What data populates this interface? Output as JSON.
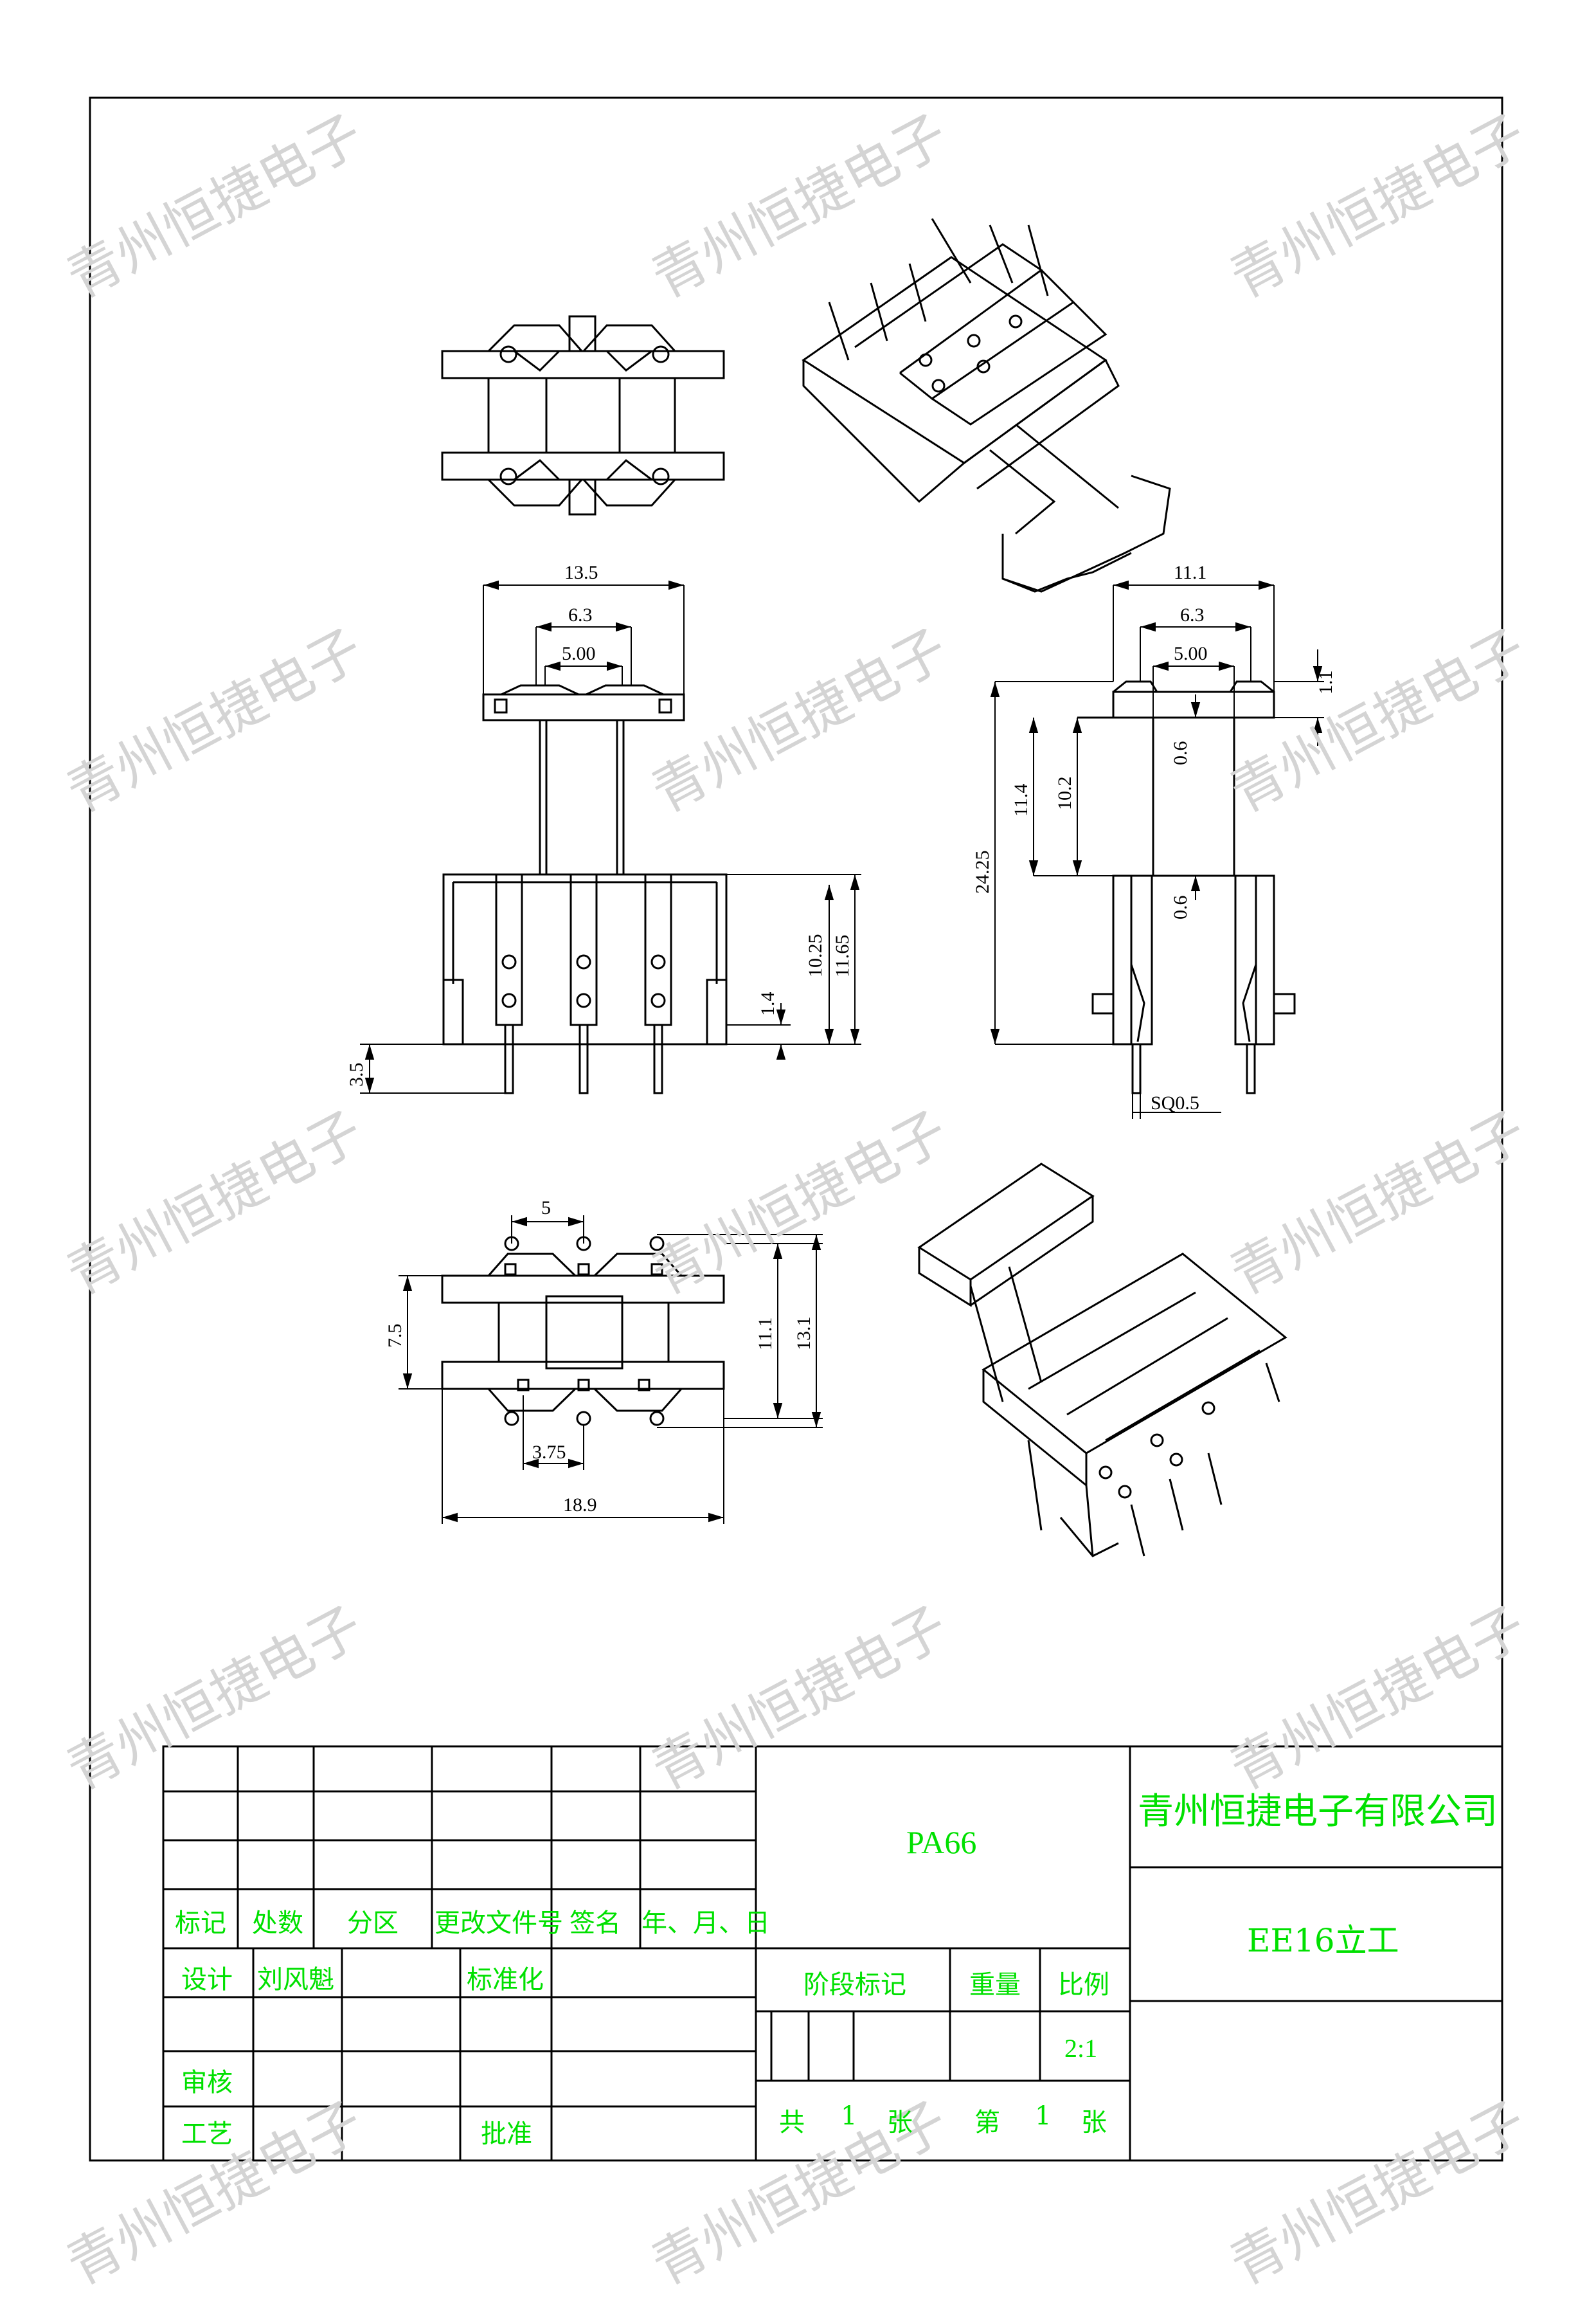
{
  "watermark": "青州恒捷电子",
  "dimensions": {
    "top_13_5": "13.5",
    "top_6_3": "6.3",
    "top_5_00": "5.00",
    "front_10_25": "10.25",
    "front_11_65": "11.65",
    "front_1_4": "1.4",
    "front_3_5": "3.5",
    "side_11_1": "11.1",
    "side_6_3": "6.3",
    "side_5_00": "5.00",
    "side_1_1": "1.1",
    "side_0_6_a": "0.6",
    "side_0_6_b": "0.6",
    "side_11_4": "11.4",
    "side_10_2": "10.2",
    "side_24_25": "24.25",
    "side_sq": "SQ0.5",
    "bottom_5": "5",
    "bottom_7_5": "7.5",
    "bottom_11_1": "11.1",
    "bottom_13_1": "13.1",
    "bottom_3_75": "3.75",
    "bottom_18_9": "18.9"
  },
  "title_block": {
    "material": "PA66",
    "company": "青州恒捷电子有限公司",
    "part_name": "EE16立工",
    "rev_headers": [
      "标记",
      "处数",
      "分区",
      "更改文件号",
      "签名",
      "年、月、日"
    ],
    "design_label": "设计",
    "designer": "刘风魁",
    "standard_label": "标准化",
    "review_label": "审核",
    "process_label": "工艺",
    "approve_label": "批准",
    "stage_label": "阶段标记",
    "weight_label": "重量",
    "scale_label": "比例",
    "scale_value": "2:1",
    "sheet_total_label": "共",
    "sheet_total": "1",
    "sheet_unit": "张",
    "sheet_no_label": "第",
    "sheet_no": "1",
    "sheet_no_unit": "张"
  }
}
